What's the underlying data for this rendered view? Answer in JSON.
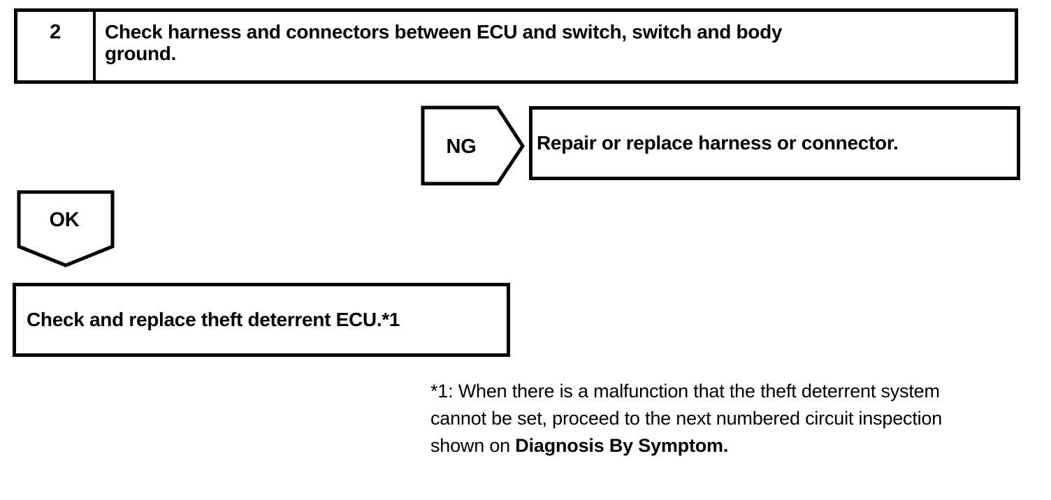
{
  "colors": {
    "background": "#ffffff",
    "ink": "#000000"
  },
  "flowchart": {
    "step": {
      "number": "2",
      "instruction_lines": [
        "Check harness and connectors between ECU and switch, switch and body",
        "ground."
      ]
    },
    "ng_branch": {
      "label": "NG",
      "action": "Repair or replace harness or connector."
    },
    "ok_branch": {
      "label": "OK",
      "action": "Check and replace theft deterrent ECU.*1"
    },
    "footnote": {
      "lines": [
        "*1: When there is a malfunction that the theft deterrent system",
        "cannot be set, proceed to the next numbered circuit inspection"
      ],
      "line3_regular": "shown on ",
      "line3_bold": "Diagnosis By Symptom."
    }
  }
}
